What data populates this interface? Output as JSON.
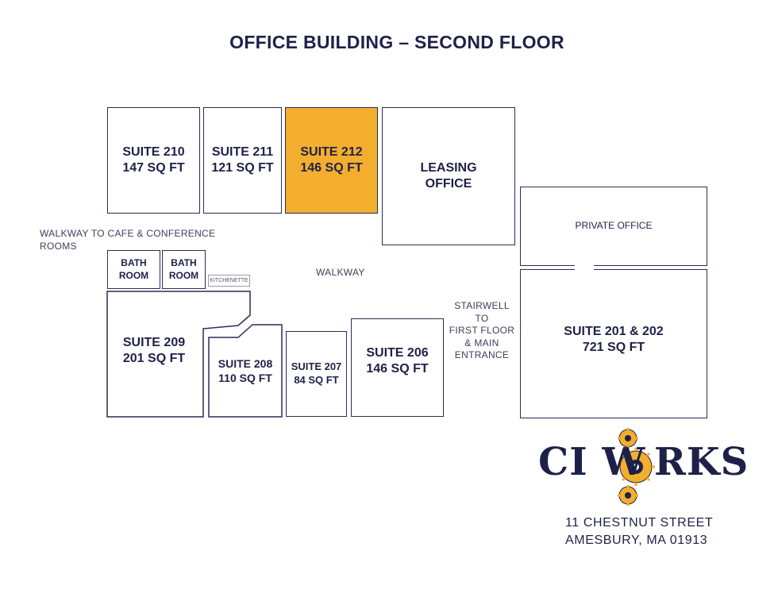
{
  "title": "OFFICE BUILDING – SECOND FLOOR",
  "highlight_color": "#f3ae2f",
  "ink_color": "#1e2147",
  "rooms": {
    "suite_210": {
      "name": "SUITE 210",
      "area": "147 SQ FT"
    },
    "suite_211": {
      "name": "SUITE 211",
      "area": "121 SQ FT"
    },
    "suite_212": {
      "name": "SUITE 212",
      "area": "146 SQ FT",
      "highlighted": true
    },
    "leasing": {
      "line1": "LEASING",
      "line2": "OFFICE"
    },
    "private_office": "PRIVATE OFFICE",
    "suite_201_202": {
      "name": "SUITE 201 & 202",
      "area": "721 SQ FT"
    },
    "bath_1": {
      "line1": "BATH",
      "line2": "ROOM"
    },
    "bath_2": {
      "line1": "BATH",
      "line2": "ROOM"
    },
    "kitchenette": "KITCHENETTE",
    "suite_209": {
      "name": "SUITE 209",
      "area": "201 SQ FT"
    },
    "suite_208": {
      "name": "SUITE 208",
      "area": "110 SQ FT"
    },
    "suite_207": {
      "name": "SUITE 207",
      "area": "84 SQ FT"
    },
    "suite_206": {
      "name": "SUITE 206",
      "area": "146 SQ FT"
    }
  },
  "labels": {
    "walkway_to_cafe": "WALKWAY TO CAFE & CONFERENCE ROOMS",
    "walkway": "WALKWAY",
    "stairwell": [
      "STAIRWELL",
      "TO",
      "FIRST FLOOR",
      "& MAIN",
      "ENTRANCE"
    ]
  },
  "logo": {
    "part1": "CI W",
    "part2": "RKS",
    "gear_color": "#f3ae2f"
  },
  "address": {
    "line1": "11 CHESTNUT STREET",
    "line2": "AMESBURY, MA 01913"
  }
}
